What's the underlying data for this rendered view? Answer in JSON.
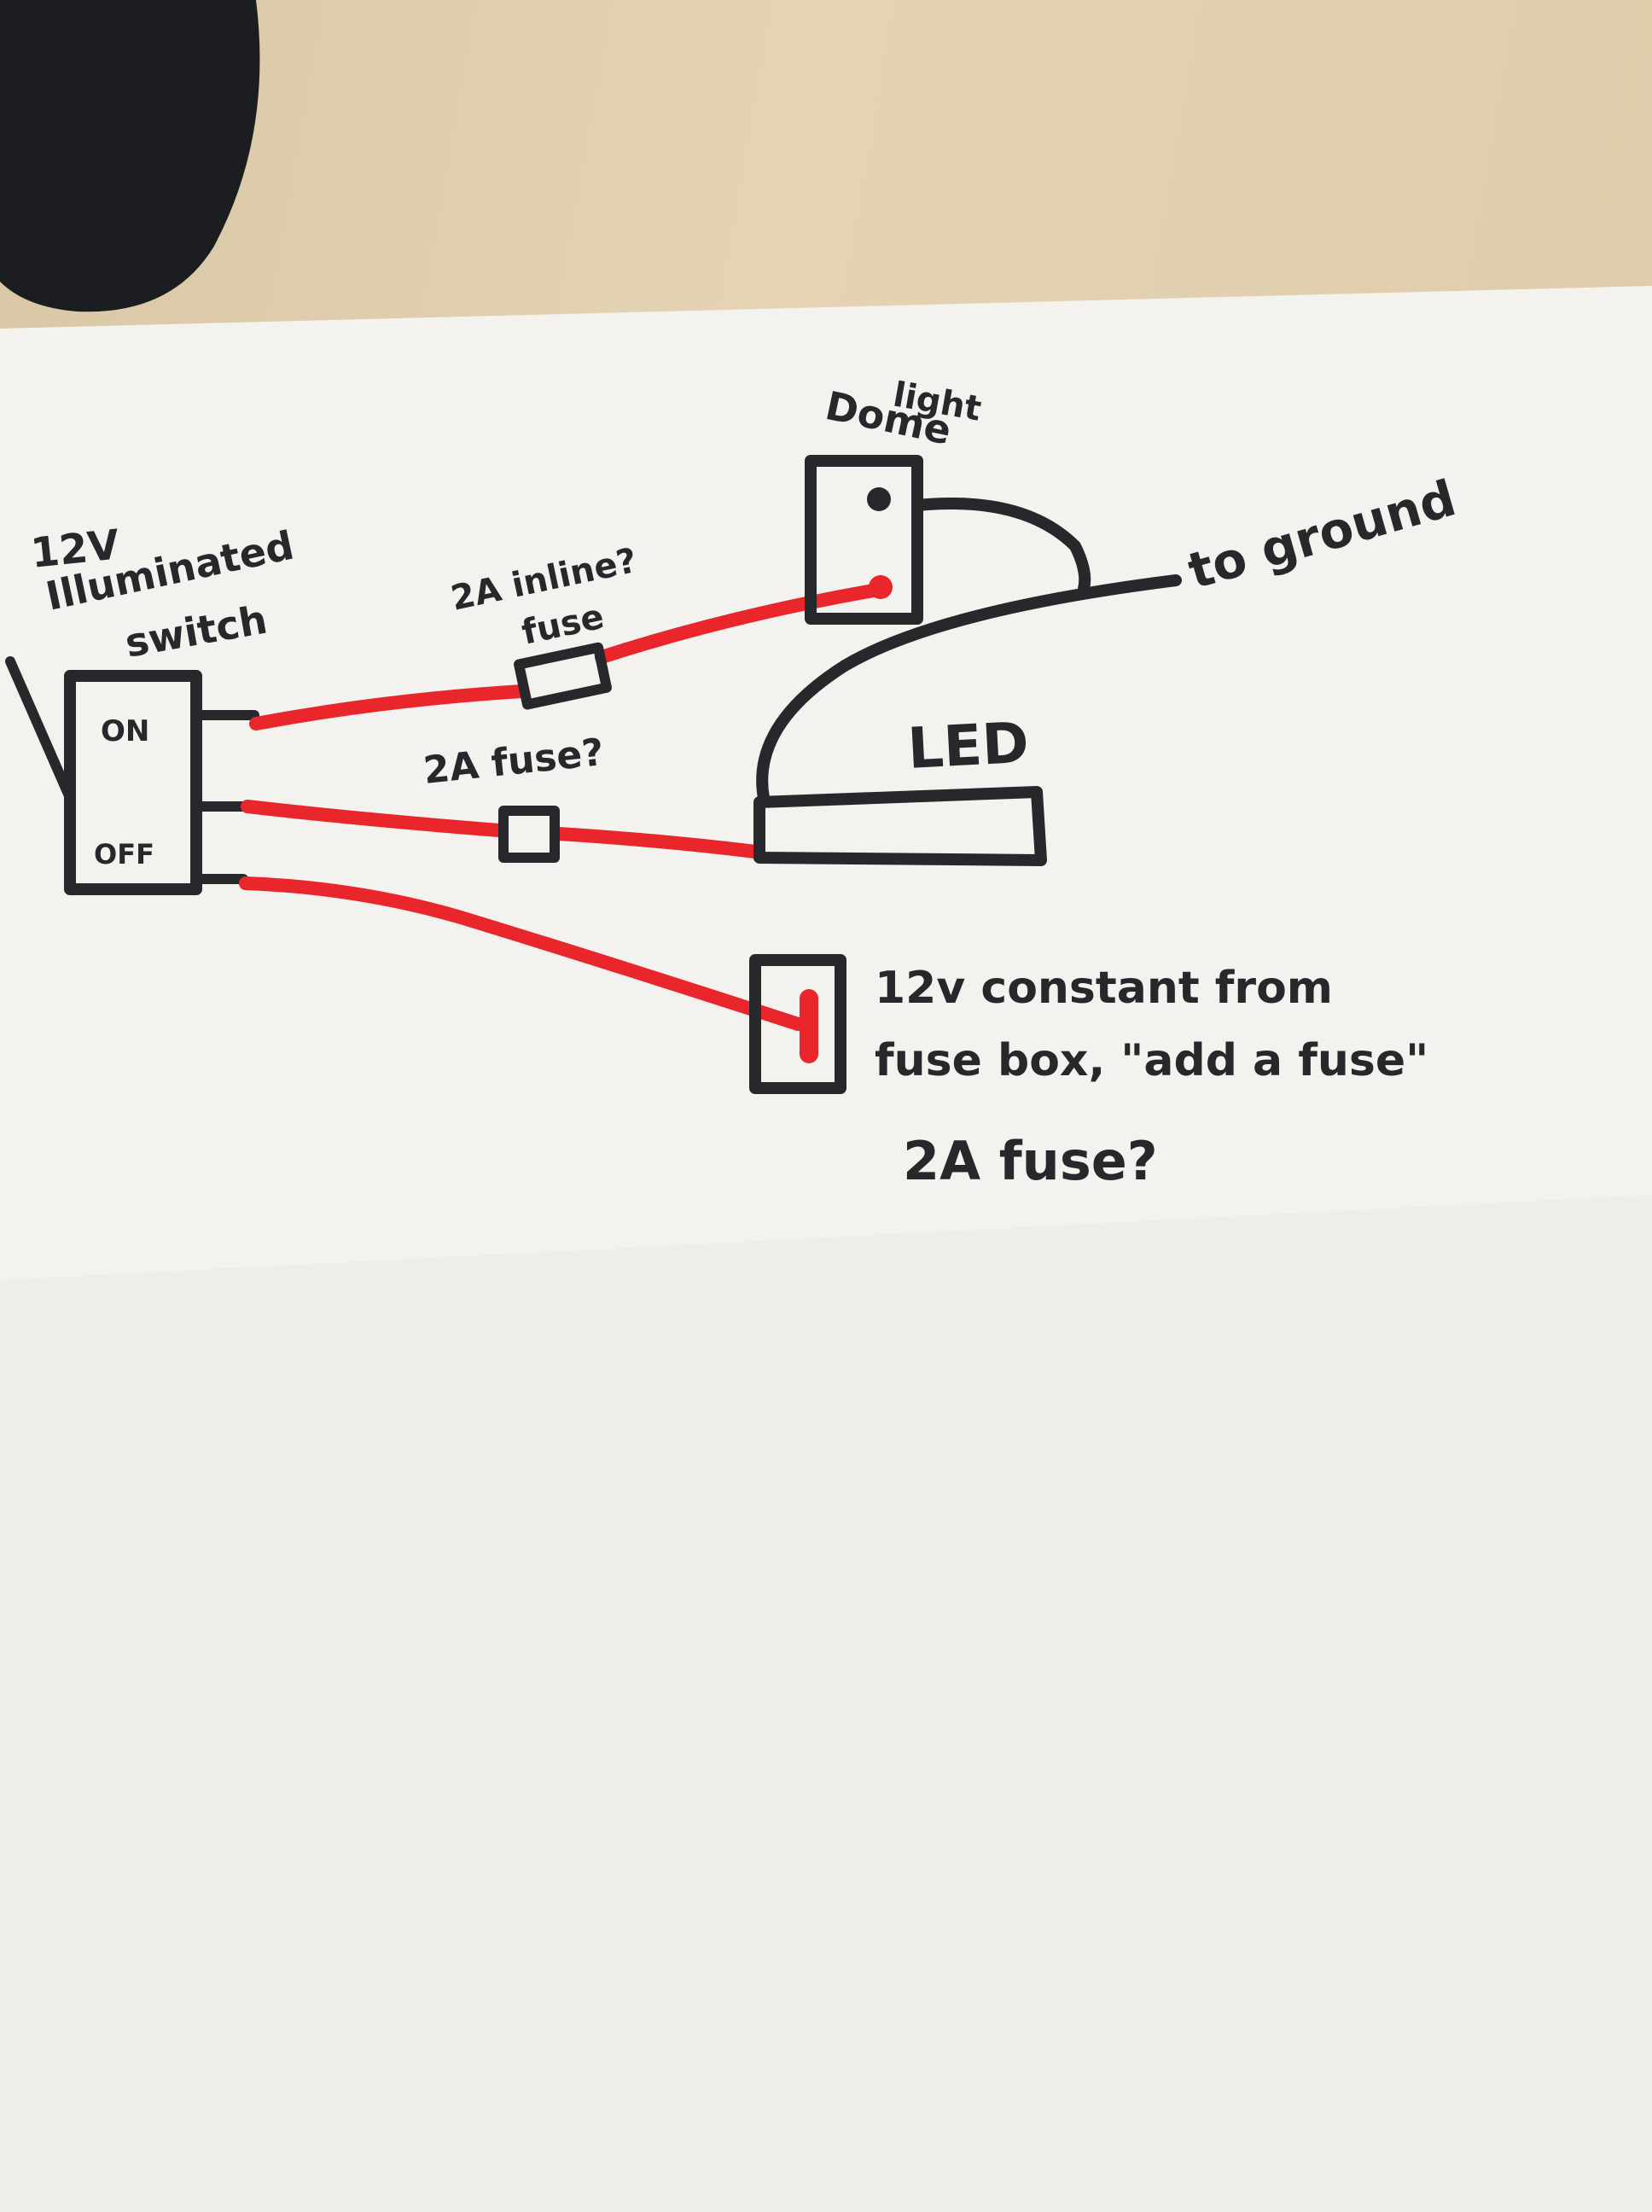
{
  "colors": {
    "ink": "#26282b",
    "wire": "#e8262b",
    "paper": "#f3f2ee",
    "desk": "#dfccaa",
    "object": "#1c1d20"
  },
  "labels": {
    "switch_title_line1": "12V",
    "switch_title_line2": "Illuminated",
    "switch_title_line3": "switch",
    "switch_on": "ON",
    "switch_off": "OFF",
    "inline_fuse_line1": "2A inline?",
    "inline_fuse_line2": "fuse",
    "fuse_2a": "2A fuse?",
    "dome_line1": "Dome",
    "dome_line2": "light",
    "to_ground": "to ground",
    "led": "LED",
    "constant_line1": "12v constant from",
    "constant_line2": "fuse box, \"add a fuse\"",
    "constant_line3": "2A fuse?"
  }
}
